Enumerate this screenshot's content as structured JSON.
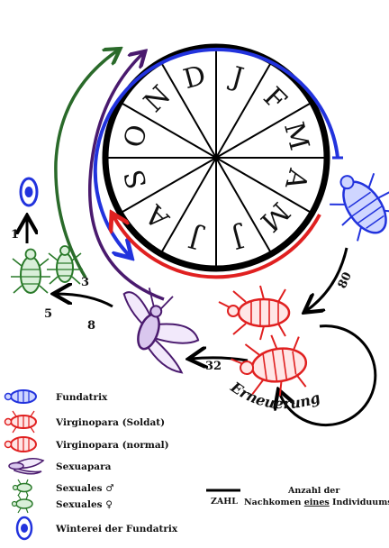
{
  "months": [
    "J",
    "F",
    "M",
    "A",
    "M",
    "J",
    "J",
    "A",
    "S",
    "O",
    "N",
    "D"
  ],
  "counts": {
    "fundatrix_to_virginopara": "80",
    "virginopara_to_sexuapara": "32",
    "sexuapara_to_sexuales": "8",
    "sexuales_male": "3",
    "sexuales_female": "5",
    "sexuales_to_egg": "1"
  },
  "cycle_label": "Erneuerung",
  "legend": {
    "fundatrix": "Fundatrix",
    "virginopara_soldat": "Virginopara (Soldat)",
    "virginopara_normal": "Virginopara (normal)",
    "sexuapara": "Sexuapara",
    "sexuales_male": "Sexuales ♂",
    "sexuales_female": "Sexuales ♀",
    "winterei": "Winterei der Fundatrix"
  },
  "scale_note": {
    "zahl": "ZAHL",
    "line1": "Anzahl der",
    "line2_pre": "Nachkomen ",
    "line2_underlined": "eines",
    "line2_post": " Individuums"
  },
  "colors": {
    "fundatrix": "#2233dd",
    "virginopara": "#e02020",
    "sexuapara": "#4a1a6e",
    "sexuales": "#2a7a2a",
    "ring": "#000000"
  }
}
